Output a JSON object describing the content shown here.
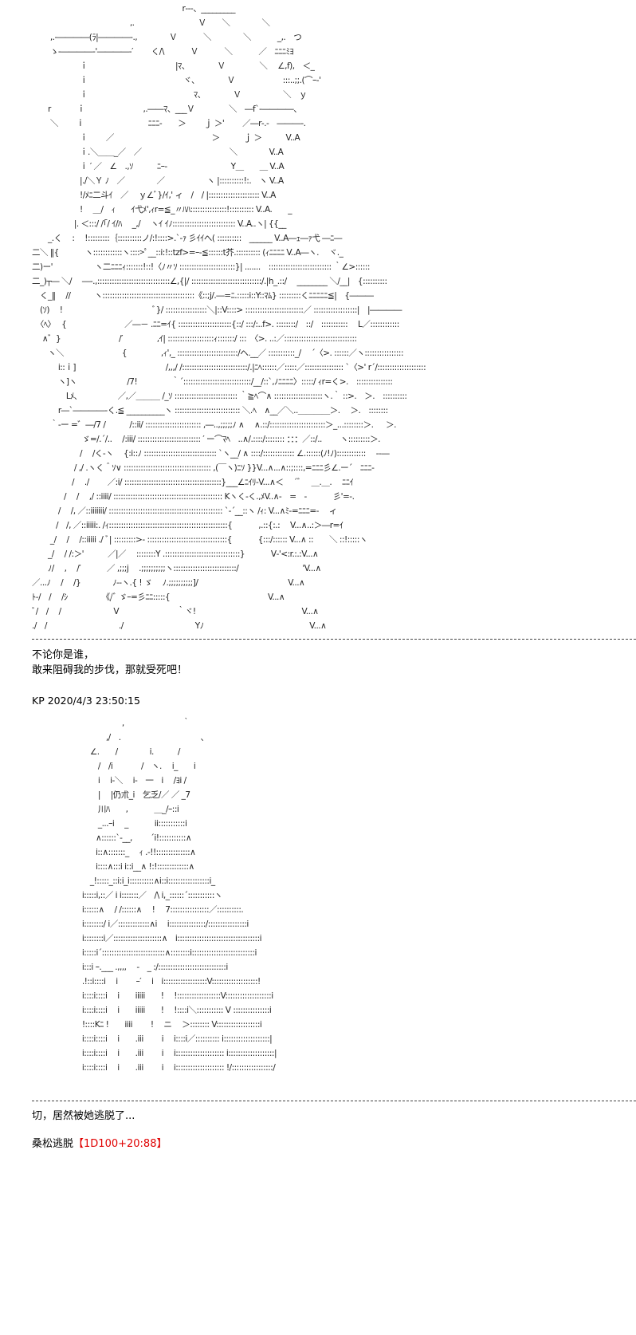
{
  "post_top": {
    "art": " 　　 　　　　　　　　　　　　　　　　 r‐--、_________\n　　　　　　　　　　　　 ,.　　　　　　　　Ｖ　　＼　　　　＼\n　　 ,.-――――(ﾗ|――――-.,　　　　Ｖ　　　 ＼　　　　＼　　　 _,.　つ\n　　 ゝ-――――‐'――――-′　　 く/\\　　　 Ｖ　　　 ＼　　　 ／　ﾆﾆﾆﾐﾖ\n　　　　　　ｉ　　　　　　　　　　　|ﾏ、　　　　Ｖ　　　　 ＼ 　∠,f),　＜_\n　　　　　　ｉ　　　　　　　　　　　　ヾ、　　　　Ｖ　　　　　　:::..;;.(⌒ｰ-'\n　　　　　　ｉ　　　　　　　　　　　　　 ﾏ、　　　　Ｖ　　　　　 ＼　ｙ\n　　r　　　 ｉ　　　　　　　 ,.――ﾏ、___Ｖ　　　　 ＼　―f`‐――――、\n　　 ＼　　 ｉ　　　　　　　　ﾆﾆﾆ-　　＞　　 ｊ ＞'　　 ／―r‐.-　―――-.\n　　　　　　ｉ　　 ／　　　　　　　　　　　　 ＞　　　ｊ ＞　　　V..A\n　　　　　　ｉ.＼＿＿_／　／　　　　　　　　　　　＼　　　　V..A\n　　　　　　ｉ ′ ／　∠　.,ｿ　　　ﾆｰ-　　　　　　　　Y＿　　＿ V..A\n　　　　　　|./＼Ｙ ﾉ　／　　　　／　　　　　 ヽ |::::::::::!:.　ヽ V..A\n　　　　　　!/ﾒﾆ二斗ｲ　／　 ｙ∠ﾞ}/ｲ,' ィ　/　/ |::::::::::::::::::::: V..A\n　　　　　　!　 ＿/　ｨ　　ｲ弋ﾒ',ｨr=≦_〃ﾊﾊ:::::::::::::::!:::::::::: V..A.　　_\n　　　　　 |. ＜:::/ /｢/ ｲ/ﾊ　 _,/　 ヽｲ ｲﾉ:::::::::::::::::::::::::: V..A..ヽ| {{__\n　　_.く　 :　 !:::::::::｛::::::::::ノ/:!::::>.`‐ｧ 彡ｲｲへ( ::::::::::　______ V..A―ｪ―ｧ弋 ―ﾆ―\n二＼ ‖{　 　　ヽ::::::::::::ヽ::::>ﾟ__::i:!::tzf>=ｰ-≦::::::t芥.:::::::::: (ｨﾆﾆﾆﾆ V..A―ヽ.　 ヾ._\n二)ー'　　　　　 ヽ二ﾆﾆﾆｨ:::::::!::!〈ﾉ〃ｿ :::::::::::::::::::::::}| .......　:::::::::::::::::::::::::: ｀∠>::::::\n二_)┬― ＼/　 ―-.,::::::::::::::::::::::::::::::∠,{|/ :::::::::::::::::::::::::::::/.|h_.::/　 ________ ＼/__|　{::::::::::\n　く_‖　 //　　　ヽ::::::::::::::::::::::::::::::::::::::《::;j/.―=ﾆ.:::::i::Y::ﾏﾑ} :::::::::くﾆﾆﾆﾆﾆ≦|　{―――\n　(ｿ)　 !　　　　　　　　　　　 ﾞ}/ :::::::::::::::::＼|::V::::> ::::::::::::::::::::::::／ ::::::::::::::::::|　|――――\n　〈ﾍ〉　 {　　　　　　　 ／―－ .ﾆﾆ=ｲ{ ::::::::::::::::::::::{::/ :::/:..f>. ::::::::/　::/　:::::::::::　 L／::::::::::::\n　 ∧゛}　　　　　　　 /′　　　　 ,ｲ| :::::::::::::::::::ｨ:::::::/ :::　〈>. ..:／::::::::::::::::::::::::::::::\n　　ヽ＼　　　　　　　 {　　　　 ,ｨ',_ :::::::::::::::::::::::::/ヘ.__／ :::::::::::_/　 ´〈>. ::::::／ヽ::::::::::::::::\n　　　 i::ｉ]　　　　　　　　　　　 /,,,/ /:::::::::::::::::::::::::::/.|ﾆﾍ::::::／:::::／:::::::::::::::: `〈>' r´/::::::::::::::::::::\n　　　 ヽ]ヽ　　　　　　 /7!　　　　 ｀´::::::::::::::::::::::::::::/__/::`,ﾉﾆﾆﾆﾆ〉:::::/ ｨr=く>.　:::::::::::::::\n　　　　 Lﾒ､　　　　　／,／＿＿＿ /_ｿ :::::::::::::::::::::::::: ｀≧ﾍ⌒∧ ::::::::::::::::::::ヽ.｀ ::>.　＞.　::::::::::\n　　　 r―`――――-く.≦ __________ヽ ::::::::::::::::::::::::::: ＼.ﾍ　∧__／＼..＿＿＿＿＞.　 ＞.　::::::::\n　　 ｀‐ー =゛―/7 /　　　/::ii/ ::::::::::::::::::::::: ,―..,;;;;;ﾉ ∧　 ∧.::/:::::::::::::::::::::::＞_...::::::::＞. 　 ＞.\n　　　　　　 ゞ=/.´/..　 /:iii/ :::::::::::::::::::::::::: ′ ー⌒ﾏﾍ　..∧/.::::/:::::::: ：：：／::/..　　 ヽ:::::::::＞.\n　　　　　　/　 /く‐ヽ　 {:i::ﾉ :::::::::::::::::::::::::::::: `ヽ__/ ∧ ::::/::::::::::::: ∠.::::::(ﾉ!ﾉ)::::::::::::　 ‐‐―\n　　　　　 / ,/ .ヽく＾ｿ∨ :::::::::::::::::::::::::::::::::::: ,(￣ヽ)ﾆｿ }}V...∧...∧::;::::,=ﾆﾆﾆ彡∠.ー´　ﾆﾆﾆ‐\n　　　　　/　 ./　　 ／:i/ ::::::::::::::::::::::::::::::::::::::::}___∠ﾆｲﾘ-V...∧＜　 ´ﾞ　 ＿.＿.　 ﾆﾆｲ\n　　　　/　 /　 ,/ ::iiii/ ::::::::::::::::::::::::::::::::::::::::::::: Kヽく-く.,ﾒV..∧-　=　-　　　 彡'=-.\n　　　 /　 /, ／::iiiiiii/ ::::::::::::::::::::::::::::::::::::::::::::::: `-´__::ヽ /ｨ: V...∧ﾐ-=ﾆﾆﾆ=-　 ィ\n　　　/　/, ／::iiiii:. /ｨ:::::::::::::::::::::::::::::::::::::::::::::::::{　　　 ,.::{:.:　 V...∧..:＞―r=ｲ\n　　 _/　 /　 /::iiiii ./ ﾞ| :::::::::>‐ :::::::::::::::::::::::::::::::::{　　　 {:::/:::::: V...∧ ::　　＼ ::!:::::ヽ\n　　_/　 / /:＞'　　　／|／　 ::::::::Y .:::::::::::::::::::::::::::::::}　　　 V‐'<:r.:.:V...∧\n　　ﾉ/　 ,　 /′　　　 ／ ,;;;j　 .;;;;;;;;;;ヽ::::::::::::::::::::::::::/　　　　　　　　'V...∧\n／...ﾉ 　/　 /}　　　　ﾉ-‐ヽ.{ ! ゞ　 ﾉ.;;;;;;;;;;]/　　　　　　　　　　　 V...∧\nﾄ-/　/　 /ｼ　　　　 《/ﾞ ゞｰ=彡ﾆﾆ:::::{　　　　　　　　　　　　 V...∧\nﾞ/　/　 /　　　　　 　 V　　　　　　　 ｀ヾ!　　　　　　　　　　　　　 V...∧\n./　/　　　　　　　　　./　　　　　　　　　Yﾉ　　　　　　　　　　　　　 V...∧",
    "lines": [
      "不论你是谁，",
      "敢来阻碍我的步伐，那就受死吧！"
    ]
  },
  "post_header": "KP 2020/4/3 23:50:15",
  "post_bottom": {
    "art": "　　　　　　　　　　　 ,　　　　　　　 ｀\n　　　　　　　　　 ,/　.　　　　　　　　　　、\n　　　　　　　 ∠.　　/　　　　i.　　　/\n　　　　　　　　 /　/i　　 　 /　ヽ.　 i_　　i\n　　　　　　　　 i　 i-＼　 i-　一　i　 /ﾖi /\n　　　　　　　　 |　 |仍朮_i　乞乏/／ ／ _7\n　　　　　　　　 川ﾊ　　,　　　 ＿_/ｰ::i\n　　　　　　　　 _...ｰi　 _　　　 ii:::::::::::i\n　　　　　　　　∧::::::`-__,　　 ´i!:::::::::::∧\n　　　　　　　　i::∧:::::::_　 ｨ .-!!::::::::::::::∧\n　　　　　　　　i::::∧:::i i::i__∧ !:!:::::::::::::∧\n　　　　　　　 _!:::::_::i:i_i::::::::::∧i::i:::::::::::::::::i_\n　　　　　　 i:::::i,::／ i i:::::::／　/\\ i,_::::::´:::::::::::ヽ\n　　　　　　 i::::::∧　 / /::::::∧　 !　 7::::::::::::::::／::::::::::.\n　　　　　　 i::::::::/ i／:::::::::::::∧i　 i:::::::::::::::/::::::::::::::::i\n　　　　　　 i::::::::i／::::::::::::::::::::∧　i::::::::::::::::::::::::::::::::::i\n　　　　　　 i:::::i´::::::::::::::::::::::::::∧::::::::i::::::::::::::::::::::::::i\n　　　　　　 i:::i ｰ.___ .,,,,　 -　_ :/::::::::::::::::::::::::::::i\n　　　　　　 .!::i::::i　 i　　 ｰ′　 i　i::::::::::::::::::V:::::::::::::::::::!\n　　　　　　 i::::i::::i　 i　　iiiii　　! 　!::::::::::::::::::V:::::::::::::::::::i\n　　　　　　 i::::i::::i　 i　　iiiii　　!　 !::::i＼::::::::::: V :::::::::::::::i\n　　　　　　 !::::Kﾆ !　　iiii　　 !　 ニ　 ＞:::::::: V::::::::::::::::::i\n　　　　　　 i::::i::::i　 i　　.iii　　 i　 i::::i／:::::::::: i:::::::::::::::::::|\n　　　　　　 i::::i::::i　 i　　.iii　　 i　 i:::::::::::::::::::: i:::::::::::::::::::|\n　　　　　　 i::::i::::i　 i　　.iii　　 i　 i:::::::::::::::::::: !/:::::::::::::::::/",
    "lines": [
      "切，居然被她逃脱了..."
    ],
    "roll_prefix": "桑松逃脱",
    "roll_result": "【1D100+20:88】"
  }
}
